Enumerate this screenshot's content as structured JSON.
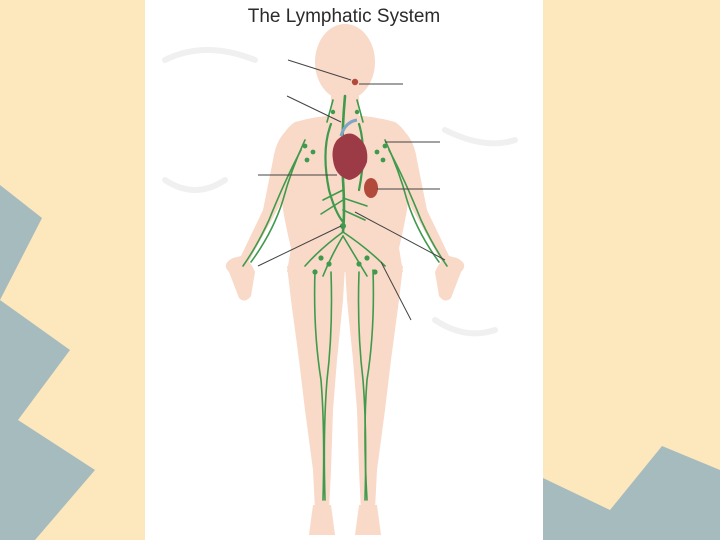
{
  "slide": {
    "title": "The Lymphatic System",
    "colors": {
      "background": "#fde7bd",
      "accent_shapes": "#a6bbbe",
      "skin": "#f9d9c8",
      "lymph_vessels": "#3f9a4c",
      "heart": "#9c3a45",
      "spleen": "#b24a3c",
      "leader_lines": "#444444"
    },
    "label_lines": [
      {
        "name": "tonsils-label-line"
      },
      {
        "name": "thymus-label-line"
      },
      {
        "name": "thoracic-duct-label-line"
      },
      {
        "name": "lymph-nodes-cervical-label-line"
      },
      {
        "name": "axillary-nodes-label-line"
      },
      {
        "name": "spleen-label-line"
      },
      {
        "name": "cisterna-chyli-label-line"
      },
      {
        "name": "lymph-vessels-label-line"
      },
      {
        "name": "inguinal-nodes-label-line"
      }
    ]
  }
}
